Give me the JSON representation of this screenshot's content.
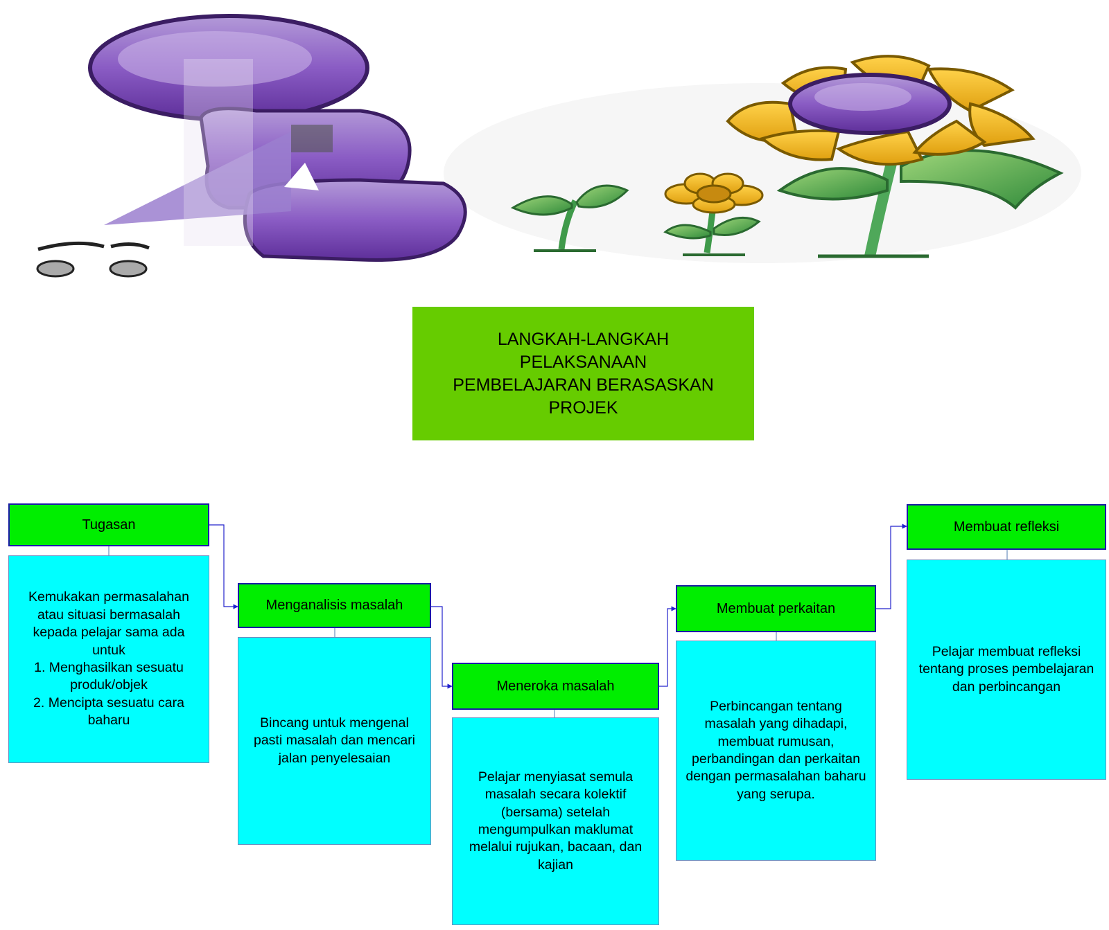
{
  "title": "LANGKAH-LANGKAH\nPELAKSANAAN\nPEMBELAJARAN BERASASKAN\nPROJEK",
  "steps": [
    {
      "heading": "Tugasan",
      "body": "Kemukakan permasalahan\natau situasi bermasalah\nkepada pelajar sama ada\nuntuk\n1. Menghasilkan sesuatu\nproduk/objek\n2. Mencipta sesuatu cara\nbaharu"
    },
    {
      "heading": "Menganalisis masalah",
      "body": "Bincang untuk mengenal\npasti masalah dan mencari\njalan penyelesaian"
    },
    {
      "heading": "Meneroka masalah",
      "body": "Pelajar menyiasat semula\nmasalah secara kolektif\n(bersama) setelah\nmengumpulkan maklumat\nmelalui rujukan, bacaan, dan\nkajian"
    },
    {
      "heading": "Membuat perkaitan",
      "body": "Perbincangan tentang\nmasalah yang dihadapi,\nmembuat rumusan,\nperbandingan dan perkaitan\ndengan permasalahan baharu\nyang serupa."
    },
    {
      "heading": "Membuat refleksi",
      "body": "Pelajar membuat refleksi\ntentang proses pembelajaran\ndan perbincangan"
    }
  ],
  "colors": {
    "title_fill": "#66cc00",
    "heading_fill": "#00ee00",
    "heading_border": "#1a1aa6",
    "body_fill": "#00ffff",
    "connector": "#2222cc"
  }
}
